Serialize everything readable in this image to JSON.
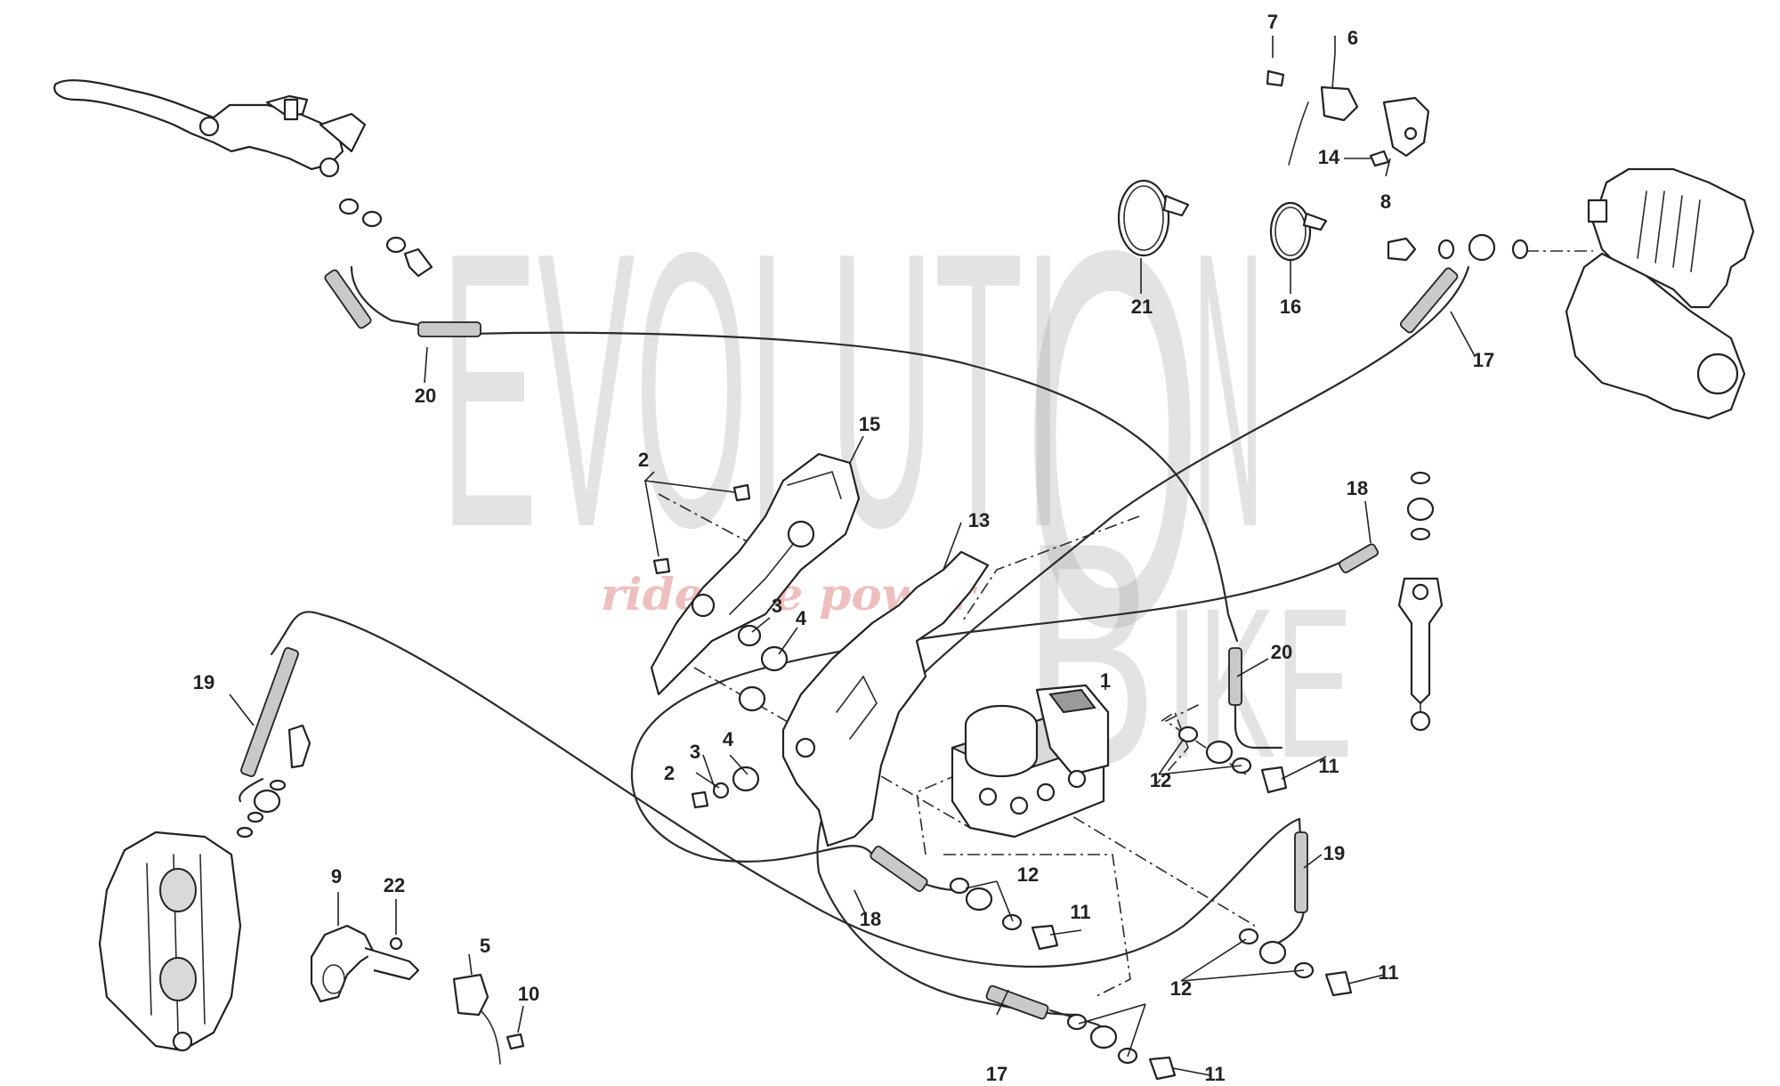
{
  "watermark": {
    "left_text": "EVOLUTI",
    "o_letter": "O",
    "right_text": "N",
    "b_letter": "B",
    "lower_text": "IKE",
    "tagline": "ride the power"
  },
  "callouts": [
    "1",
    "2",
    "3",
    "4",
    "5",
    "6",
    "7",
    "8",
    "9",
    "10",
    "11",
    "12",
    "13",
    "14",
    "15",
    "16",
    "17",
    "18",
    "19",
    "20",
    "21",
    "22"
  ]
}
